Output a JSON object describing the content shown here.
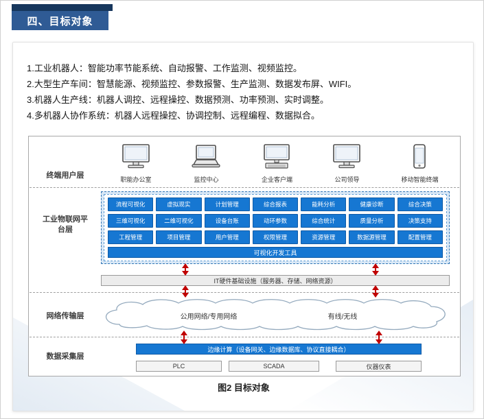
{
  "title": "四、目标对象",
  "bullets": [
    "1.工业机器人：智能功率节能系统、自动报警、工作监测、视频监控。",
    "2.大型生产车间：智慧能源、视频监控、参数报警、生产监测、数据发布屏、WIFI。",
    "3.机器人生产线：机器人调控、远程操控、数据预测、功率预测、实时调整。",
    "4.多机器人协作系统：机器人远程操控、协调控制、远程编程、数据拟合。"
  ],
  "diagram": {
    "layers": [
      "终端用户层",
      "工业物联网平台层",
      "网络传输层",
      "数据采集层"
    ],
    "terminals": [
      {
        "label": "职能办公室",
        "icon": "desktop-icon"
      },
      {
        "label": "监控中心",
        "icon": "laptop-icon"
      },
      {
        "label": "企业客户端",
        "icon": "desktop-keyboard-icon"
      },
      {
        "label": "公司领导",
        "icon": "desktop-icon"
      },
      {
        "label": "移动智能终端",
        "icon": "smartphone-icon"
      }
    ],
    "platform": {
      "modules": [
        [
          "流程可视化",
          "虚拟现实",
          "计划管理",
          "综合报表",
          "能耗分析",
          "健康诊断",
          "综合决策"
        ],
        [
          "三维可视化",
          "二维可视化",
          "设备台账",
          "动环参数",
          "综合统计",
          "质量分析",
          "决策支持"
        ],
        [
          "工程管理",
          "项目管理",
          "用户管理",
          "权限管理",
          "资源管理",
          "数据源管理",
          "配置管理"
        ]
      ],
      "dev_tool": "可视化开发工具"
    },
    "it_bar": "IT硬件基础设施（服务器、存储、网络资源）",
    "network": {
      "left": "公用网络/专用网络",
      "right": "有线/无线"
    },
    "edge_bar": "边缘计算（设备网关、边缘数据库、协议直接耦合）",
    "devices": [
      "PLC",
      "SCADA",
      "仪器仪表"
    ]
  },
  "caption": "图2 目标对象",
  "colors": {
    "title_bar": "#2F5B95",
    "title_accent": "#17375D",
    "module_blue": "#1677D2",
    "arrow_red": "#C00000",
    "panel_light_blue": "#D9E8F6"
  }
}
